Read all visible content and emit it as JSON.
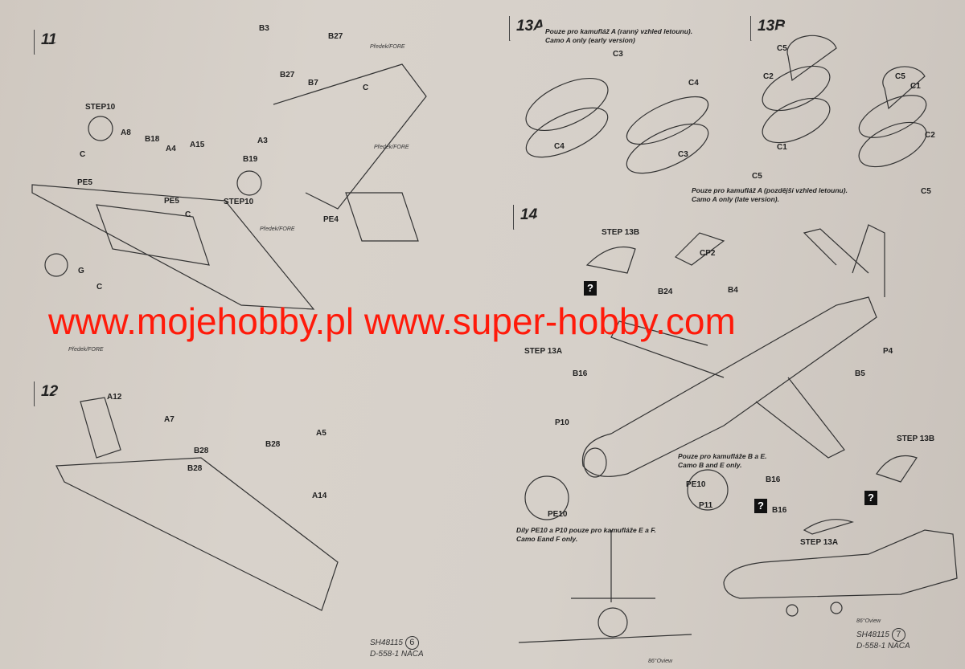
{
  "steps": [
    "11",
    "12",
    "13A",
    "13B",
    "14"
  ],
  "notes": {
    "n13a_cz": "Pouze pro kamufláž A (ranný vzhled letounu).",
    "n13a_en": "Camo A only (early version)",
    "n13b_cz": "Pouze pro kamufláž A (pozdější vzhled letounu).",
    "n13b_en": "Camo A only (late version).",
    "n14_be_cz": "Pouze pro kamufláže B a E.",
    "n14_be_en": "Camo B and E only.",
    "n14_ef_cz": "Díly PE10 a P10 pouze pro kamufláže E a F.",
    "n14_ef_en": "Camo Eand F only."
  },
  "labels": [
    "B3",
    "B27",
    "B27",
    "B7",
    "STEP10",
    "A8",
    "B18",
    "A4",
    "A15",
    "A3",
    "B19",
    "PE5",
    "PE5",
    "STEP10",
    "PE4",
    "G",
    "A12",
    "A7",
    "B28",
    "B28",
    "B28",
    "A5",
    "A14",
    "C3",
    "C4",
    "C4",
    "C3",
    "C5",
    "C2",
    "C1",
    "C5",
    "C5",
    "C1",
    "C2",
    "C5",
    "STEP 13B",
    "CP2",
    "B4",
    "B24",
    "STEP 13A",
    "B16",
    "P4",
    "B5",
    "P10",
    "PE10",
    "PE10",
    "P11",
    "B16",
    "B16",
    "STEP 13B",
    "STEP 13A",
    "C",
    "C",
    "C",
    "C"
  ],
  "small": {
    "fore1": "Předek/FORE",
    "fore2": "Předek/FORE",
    "fore3": "Předek/FORE",
    "fore4": "Předek/FORE",
    "view1": "86°Oview",
    "view2": "86°Oview"
  },
  "footer_left": {
    "code": "SH48115",
    "name": "D-558-1 NACA",
    "page": "6"
  },
  "footer_right": {
    "code": "SH48115",
    "name": "D-558-1 NACA",
    "page": "7"
  },
  "watermark": "www.mojehobby.pl www.super-hobby.com",
  "warning_icon": "?"
}
